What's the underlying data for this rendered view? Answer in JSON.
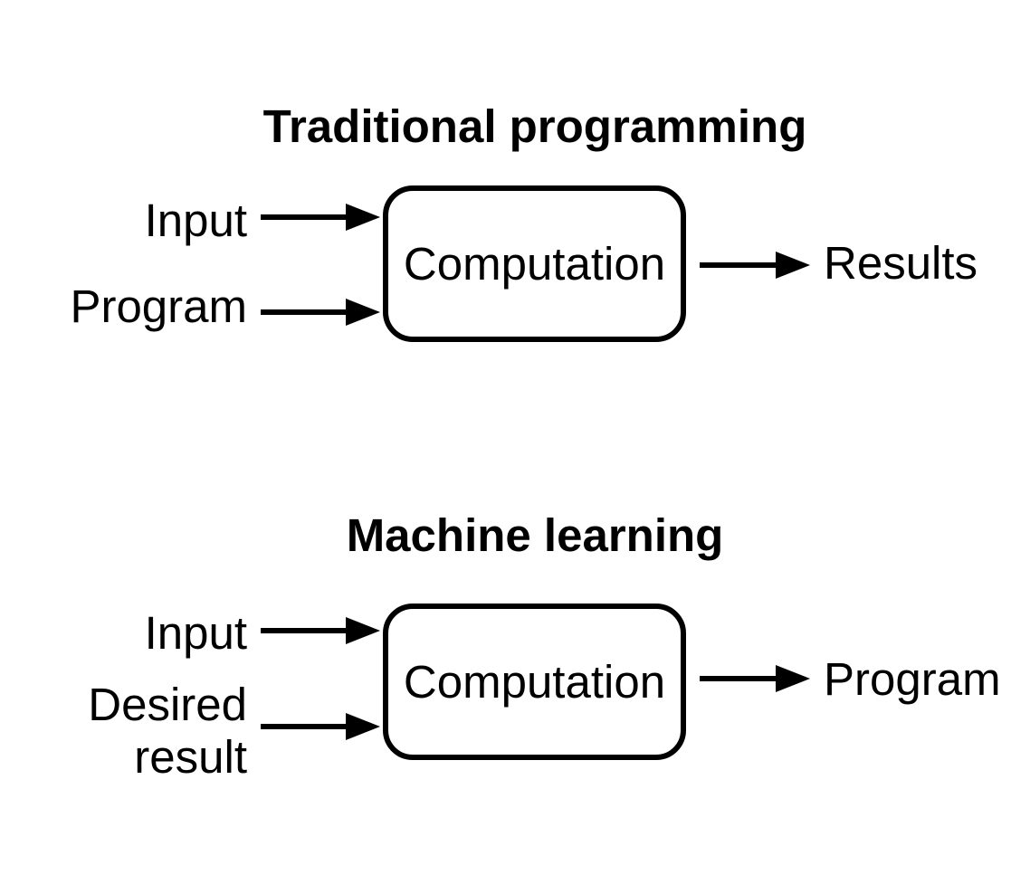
{
  "canvas": {
    "background_color": "#ffffff",
    "ink_color": "#000000"
  },
  "diagrams": [
    {
      "title": "Traditional programming",
      "inputs": [
        "Input",
        "Program"
      ],
      "box_label": "Computation",
      "output": "Results"
    },
    {
      "title": "Machine learning",
      "inputs": [
        "Input",
        "Desired\nresult"
      ],
      "box_label": "Computation",
      "output": "Program"
    }
  ]
}
